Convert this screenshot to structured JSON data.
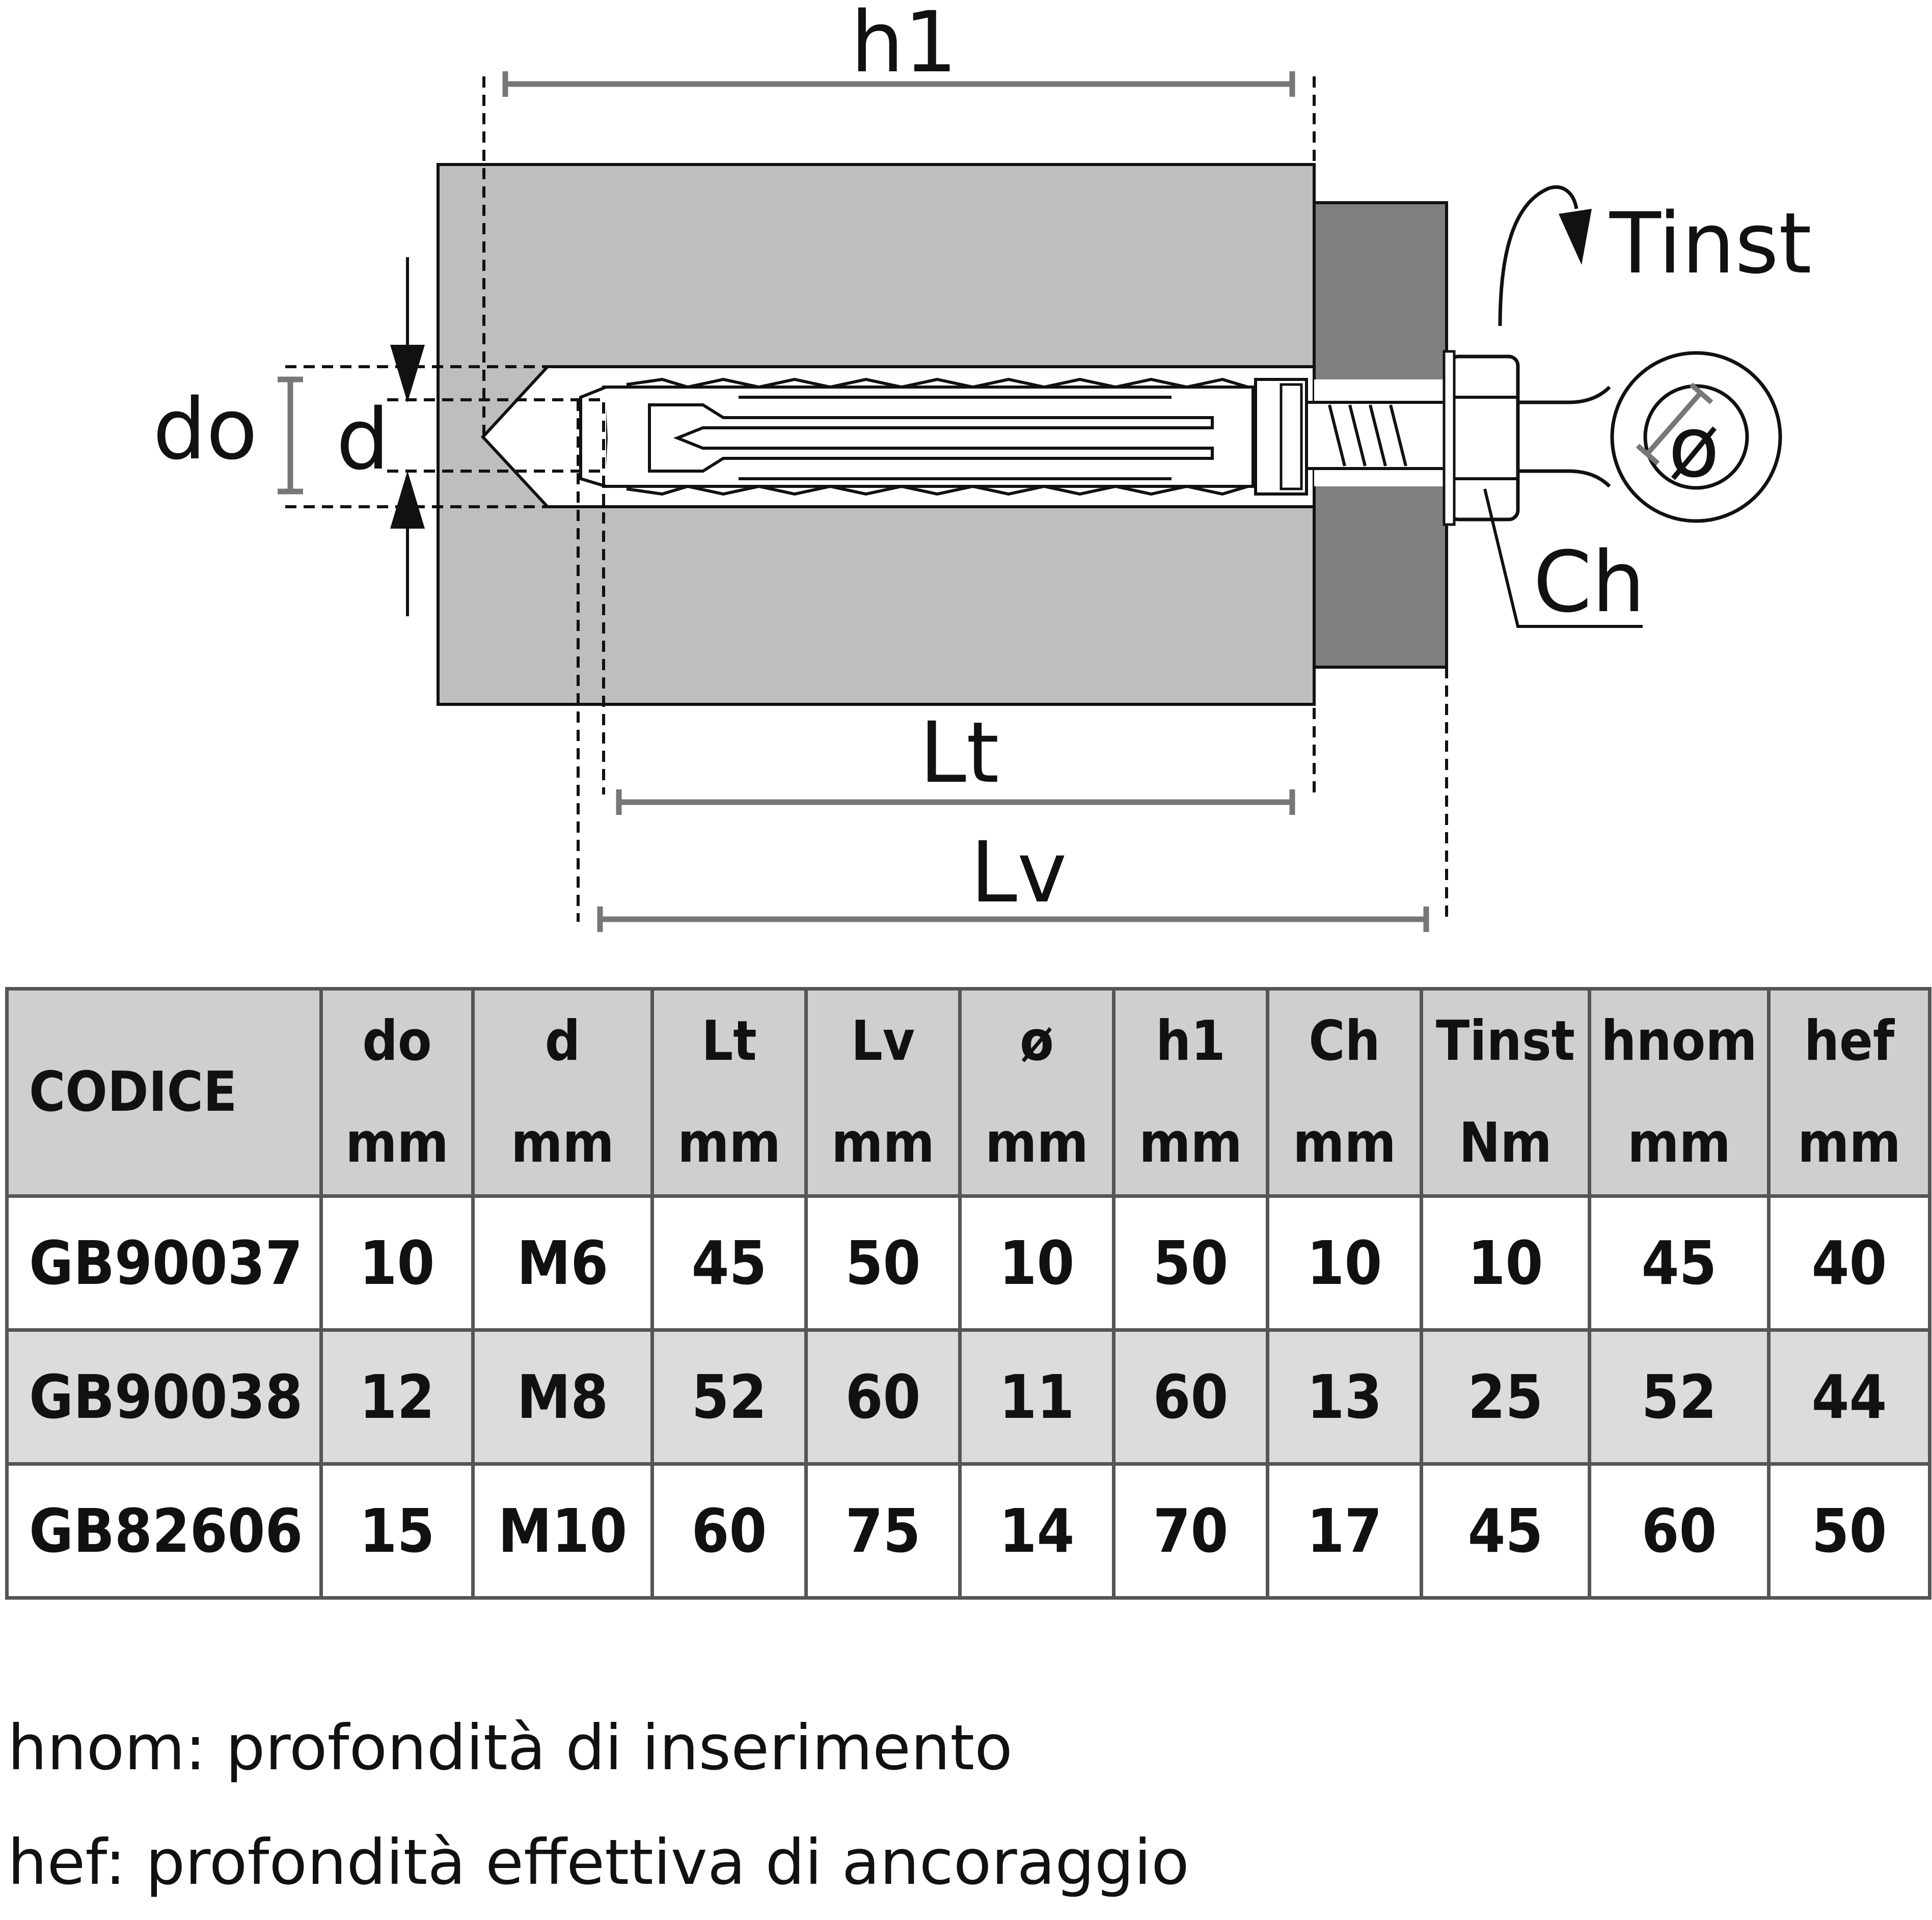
{
  "diagram": {
    "labels": {
      "h1": "h1",
      "tinst": "Tinst",
      "do": "do",
      "d": "d",
      "ch": "Ch",
      "lt": "Lt",
      "lv": "Lv",
      "phi": "ø"
    },
    "colors": {
      "concrete": "#bebebe",
      "fixture": "#7f7f7f",
      "dimension_line": "#777777",
      "outline": "#111111"
    }
  },
  "table": {
    "headers": [
      {
        "name": "CODICE",
        "unit": ""
      },
      {
        "name": "do",
        "unit": "mm"
      },
      {
        "name": "d",
        "unit": "mm"
      },
      {
        "name": "Lt",
        "unit": "mm"
      },
      {
        "name": "Lv",
        "unit": "mm"
      },
      {
        "name": "ø",
        "unit": "mm"
      },
      {
        "name": "h1",
        "unit": "mm"
      },
      {
        "name": "Ch",
        "unit": "mm"
      },
      {
        "name": "Tinst",
        "unit": "Nm"
      },
      {
        "name": "hnom",
        "unit": "mm"
      },
      {
        "name": "hef",
        "unit": "mm"
      }
    ],
    "rows": [
      [
        "GB90037",
        "10",
        "M6",
        "45",
        "50",
        "10",
        "50",
        "10",
        "10",
        "45",
        "40"
      ],
      [
        "GB90038",
        "12",
        "M8",
        "52",
        "60",
        "11",
        "60",
        "13",
        "25",
        "52",
        "44"
      ],
      [
        "GB82606",
        "15",
        "M10",
        "60",
        "75",
        "14",
        "70",
        "17",
        "45",
        "60",
        "50"
      ]
    ],
    "header_bg": "#cfcfcf",
    "stripe_bg": "#dcdcdc",
    "border_color": "#555555"
  },
  "notes": [
    "hnom: profondità di inserimento",
    "hef: profondità effettiva di ancoraggio"
  ]
}
